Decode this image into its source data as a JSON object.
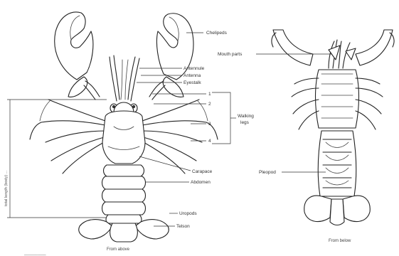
{
  "labels": {
    "chelipeds": "Chelipeds",
    "antennule": "Antennule",
    "antenna": "Antenna",
    "eyestalk": "Eyestalk",
    "mouth_parts": "Mouth parts",
    "walking_legs": [
      "Walking",
      "legs"
    ],
    "leg_numbers": [
      "1",
      "2",
      "3",
      "4"
    ],
    "carapace": "Carapace",
    "abdomen": "Abdomen",
    "uropods": "Uropods",
    "telson": "Telson",
    "pleopod": "Pleopod",
    "total_length": "total length (body) ...",
    "view_above": "From above",
    "view_below": "From below",
    "credit": "__________"
  }
}
